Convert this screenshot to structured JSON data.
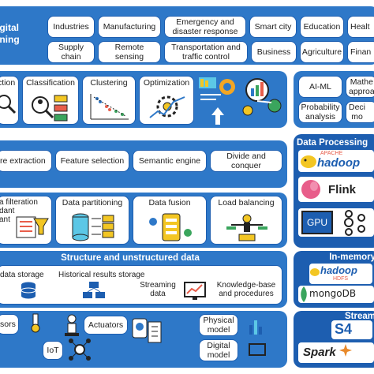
{
  "top": {
    "title": "igital\nining",
    "applications": [
      "Industries",
      "Manufacturing",
      "Emergency and\ndisaster response",
      "Smart city",
      "Education",
      "Healt",
      "Supply\nchain",
      "Remote sensing",
      "Transportation and\ntraffic control",
      "Business",
      "Agriculture",
      "Finan"
    ]
  },
  "analytics": {
    "items": [
      "ction",
      "Classification",
      "Clustering",
      "Optimization"
    ],
    "right_items": [
      "AI-ML",
      "Mathe\napproa",
      "Probability\nanalysis",
      "Deci\nmo"
    ]
  },
  "processing_methods": {
    "items": [
      "re extraction",
      "Feature selection",
      "Semantic engine",
      "Divide and\nconquer"
    ]
  },
  "data_prep": {
    "items": [
      "a filteration\ndant\nant",
      "Data partitioning",
      "Data fusion",
      "Load balancing"
    ]
  },
  "data_processing": {
    "header": "Data Processing",
    "logos": [
      "APACHE",
      "hadoop",
      "Flink",
      "GPU"
    ]
  },
  "storage": {
    "header": "Structure and unstructured data",
    "items": [
      "data storage",
      "Historical results storage",
      "Streaming\ndata",
      "Knowledge-base\nand procedures"
    ]
  },
  "in_memory": {
    "header": "In-memory",
    "logos": [
      "hadoop",
      "HDFS",
      "mongoDB"
    ]
  },
  "sources": {
    "items": [
      "sors",
      "Actuators",
      "IoT",
      "Physical\nmodel",
      "Digital\nmodel"
    ]
  },
  "streaming": {
    "header": "Stream",
    "logos": [
      "S4",
      "Spark"
    ]
  },
  "colors": {
    "panel": "#2e78c8",
    "panel_dark": "#1d5eb0",
    "pill_border": "#1d5eb0",
    "accent_yellow": "#f3c623",
    "accent_green": "#3aa55d"
  }
}
